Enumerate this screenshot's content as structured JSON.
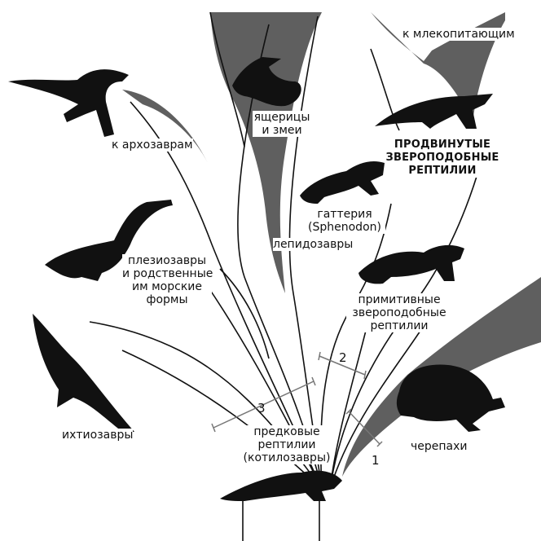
{
  "colors": {
    "shade": "#5f5f5f",
    "line": "#111111",
    "bg": "#ffffff"
  },
  "labels": {
    "to_mammals": "к млекопитающим",
    "lizards_snakes": [
      "ящерицы",
      "и змеи"
    ],
    "to_archosaurs": "к архозаврам",
    "advanced_therapsids": [
      "ПРОДВИНУТЫЕ",
      "ЗВЕРОПОДОБНЫЕ",
      "РЕПТИЛИИ"
    ],
    "tuatara": [
      "гаттерия",
      "(Sphenodon)"
    ],
    "lepidosaurs": "лепидозавры",
    "plesiosaurs": [
      "плезиозавры",
      "и родственные",
      "им морские",
      "формы"
    ],
    "primitive_therapsids": [
      "примитивные",
      "звероподобные",
      "рептилии"
    ],
    "ichthyosaurs": "ихтиозавры",
    "ancestral": [
      "предковые",
      "рептилии",
      "(котилозавры)"
    ],
    "turtles": "черепахи"
  },
  "markers": {
    "one": "1",
    "two": "2",
    "three": "3"
  }
}
